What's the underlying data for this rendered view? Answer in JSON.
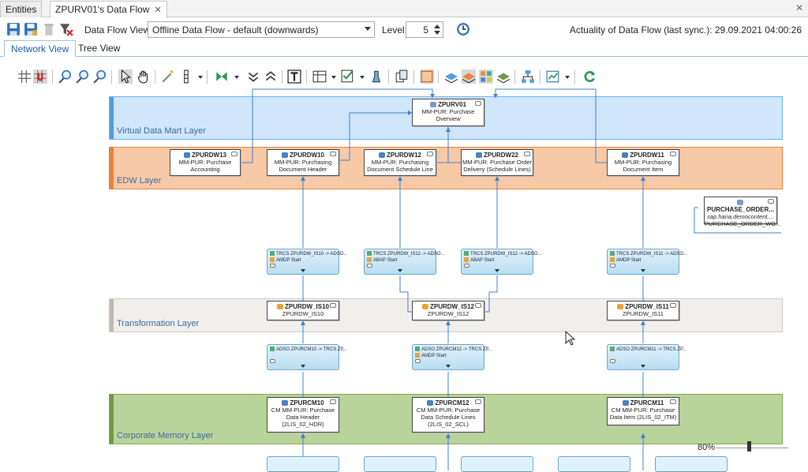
{
  "tabs": [
    {
      "label": "Entities",
      "active": false
    },
    {
      "label": "ZPURV01's Data Flow",
      "active": true,
      "close": "✕"
    }
  ],
  "window_close": "✕",
  "toolbar": {
    "data_flow_view_label": "Data Flow View",
    "data_flow_view_value": "Offline Data Flow - default (downwards)",
    "level_label": "Level:",
    "level_value": "5",
    "actuality": "Actuality of Data Flow (last sync.): 29.09.2021 04:00:26",
    "icons": [
      "save-icon",
      "save-as-icon",
      "delete-icon",
      "clear-filter-icon",
      "sync-clock-icon"
    ]
  },
  "view_tabs": [
    {
      "label": "Network View",
      "active": true
    },
    {
      "label": "Tree View",
      "active": false
    }
  ],
  "diagram_toolbar_icons": [
    "grid-icon",
    "snap-grid-icon",
    "zoom-in-icon",
    "zoom-fit-icon",
    "zoom-out-icon",
    "select-pointer-icon",
    "pan-hand-icon",
    "magic-wand-icon",
    "align-icon",
    "expand-icon",
    "collapse-down-icon",
    "collapse-up-icon",
    "text-icon",
    "table-icon",
    "filter-icon",
    "export-icon",
    "copy-icon",
    "box-icon",
    "layer-icon-1",
    "layer-icon-2",
    "layer-icon-3",
    "layer-icon-4",
    "hierarchy-icon",
    "report-icon",
    "refresh-icon"
  ],
  "layers": [
    {
      "label": "Virtual Data Mart Layer",
      "color": "#cfe6fb",
      "border": "#6fb0ec",
      "bar": "#4f9be6"
    },
    {
      "label": "EDW Layer",
      "color": "#f8c9a6",
      "border": "#e8833a",
      "bar": "#e8833a"
    },
    {
      "label": "Transformation Layer",
      "color": "#f1efec",
      "border": "#cfcac3",
      "bar": "#bfb8ae"
    },
    {
      "label": "Corporate Memory Layer",
      "color": "#b9d49a",
      "border": "#7fa852",
      "bar": "#6f9a45"
    }
  ],
  "nodes": {
    "zpurv01": {
      "title": "ZPURV01",
      "lines": [
        "MM-PUR: Purchase",
        "Overview"
      ]
    },
    "zpurdw13": {
      "title": "ZPURDW13",
      "lines": [
        "MM-PUR: Purchase",
        "Accounting"
      ]
    },
    "zpurdw10": {
      "title": "ZPURDW10",
      "lines": [
        "MM-PUR: Purchasing",
        "Document Header"
      ]
    },
    "zpurdw12": {
      "title": "ZPURDW12",
      "lines": [
        "MM-PUR: Purchasing",
        "Document Schedule Line"
      ]
    },
    "zpurdw22": {
      "title": "ZPURDW22",
      "lines": [
        "MM-PUR: Purchase Order",
        "Delivery (Schedule Lines)"
      ]
    },
    "zpurdw11": {
      "title": "ZPURDW11",
      "lines": [
        "MM-PUR: Purchasing",
        "Document Item"
      ]
    },
    "purchase_order": {
      "title": "PURCHASE_ORDER...",
      "lines": [
        "sap.hana.democontent....",
        "PURCHASE_ORDER_WO..."
      ]
    },
    "zpurdw_is10": {
      "title": "ZPURDW_IS10",
      "lines": [
        "ZPURDW_IS10"
      ]
    },
    "zpurdw_is12": {
      "title": "ZPURDW_IS12",
      "lines": [
        "ZPURDW_IS12"
      ]
    },
    "zpurdw_is11": {
      "title": "ZPURDW_IS11",
      "lines": [
        "ZPURDW_IS11"
      ]
    },
    "zpurcm10": {
      "title": "ZPURCM10",
      "lines": [
        "CM MM-PUR: Purchase",
        "Data Header",
        "(2LIS_02_HDR)"
      ]
    },
    "zpurcm12": {
      "title": "ZPURCM12",
      "lines": [
        "CM MM-PUR: Purchase",
        "Data Schedule Lines",
        "(2LIS_02_SCL)"
      ]
    },
    "zpurcm11": {
      "title": "ZPURCM11",
      "lines": [
        "CM MM-PUR: Purchase",
        "Data Item (2LIS_02_ITM)"
      ]
    }
  },
  "transformations": {
    "t1": {
      "title": "TRCS ZPURDW_IS10 -> ADSO...",
      "sub": "AMDP Start"
    },
    "t2": {
      "title": "TRCS ZPURDW_IS12 -> ADSO...",
      "sub": "ABAP Start"
    },
    "t3": {
      "title": "TRCS ZPURDW_IS12 -> ADSO...",
      "sub": "ABAP Start"
    },
    "t4": {
      "title": "TRCS ZPURDW_IS11 -> ADSO...",
      "sub": "AMDP Start"
    },
    "t5": {
      "title": "ADSO ZPURCM10 -> TRCS ZP...",
      "sub": ""
    },
    "t6": {
      "title": "ADSO ZPURCM12 -> TRCS ZP...",
      "sub": "AMDP Start"
    },
    "t7": {
      "title": "ADSO ZPURCM11 -> TRCS ZP...",
      "sub": ""
    }
  },
  "zoom": {
    "label": "80%",
    "level_percent": 80
  },
  "colors": {
    "edge": "#3f7fd0",
    "accent": "#1a5fa8"
  }
}
